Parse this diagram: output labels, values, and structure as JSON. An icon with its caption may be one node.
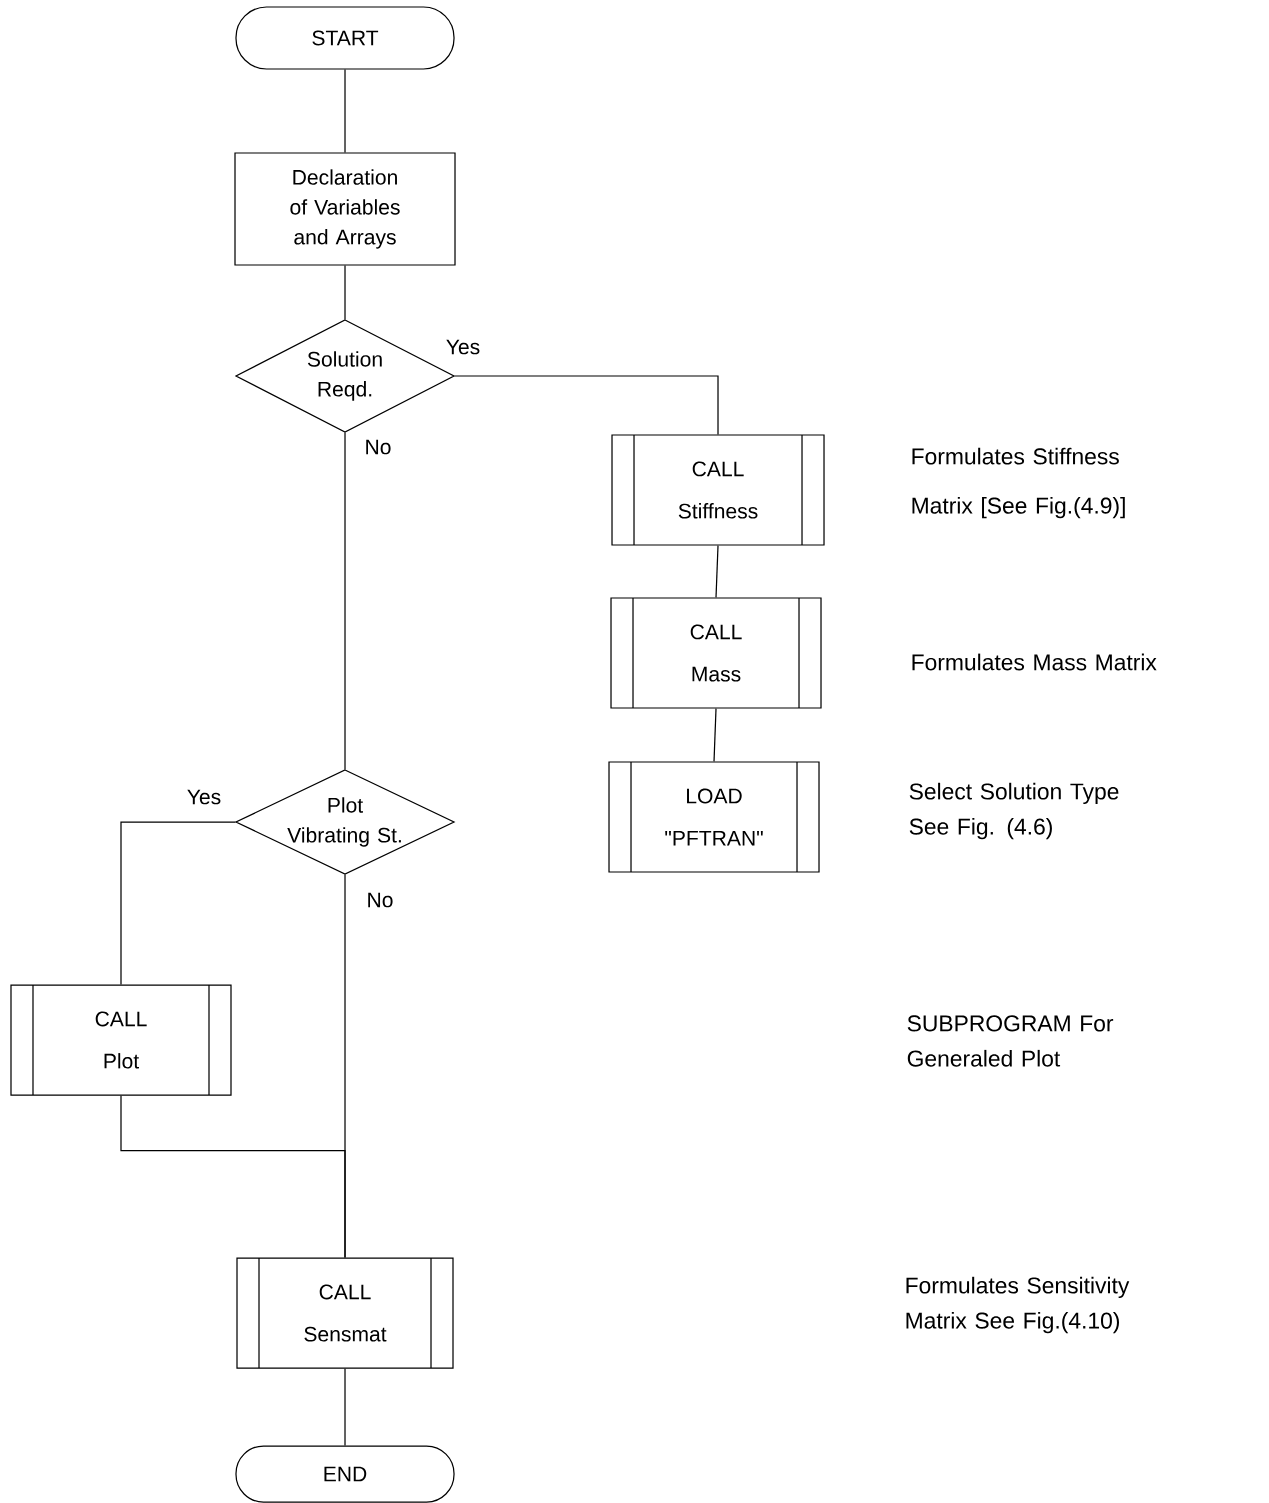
{
  "diagram": {
    "nodes": [
      {
        "text": [
          "START"
        ]
      },
      {
        "text": [
          "Declaration of Variables and Arrays"
        ]
      },
      {
        "text": [
          "Solution Reqd."
        ]
      },
      {
        "text": [
          "CALL Stiffness"
        ],
        "beside": [
          "Formulates Stiffness Matrix [See Fig.(4.9)]"
        ]
      },
      {
        "text": [
          "CALL Mass"
        ],
        "beside": [
          "Formulates Mass Matrix"
        ]
      },
      {
        "text": [
          "LOAD \"PFTRAN\""
        ],
        "beside": [
          "Select Solution Type See Fig. (4.6)"
        ]
      },
      {
        "text": [
          "Plot Vibrating St."
        ]
      },
      {
        "text": [
          "CALL Plot"
        ]
      },
      {
        "text": [
          "CALL Sensmat"
        ]
      },
      {
        "text": [
          "END"
        ]
      }
    ],
    "edges": [
      {
        "from": 0,
        "to": 1,
        "arrow": "none"
      },
      {
        "from": 1,
        "to": 2,
        "arrow": "none"
      },
      {
        "from": 2,
        "to": 3,
        "arrow": "none",
        "label": "Yes"
      },
      {
        "from": 3,
        "to": 4,
        "arrow": "none"
      },
      {
        "from": 4,
        "to": 5,
        "arrow": "none"
      },
      {
        "from": 2,
        "to": 6,
        "arrow": "none",
        "label": "No"
      },
      {
        "from": 6,
        "to": 7,
        "arrow": "none",
        "label": "Yes"
      },
      {
        "from": 6,
        "to": 8,
        "arrow": "none",
        "label": "No"
      },
      {
        "from": 7,
        "to": 8,
        "arrow": "none"
      },
      {
        "from": 8,
        "to": 9,
        "arrow": "none"
      }
    ],
    "labels": [
      "SUBPROGRAM For Generaled Plot",
      "Formulates Sensitivity Matrix See Fig.(4.10)"
    ]
  }
}
